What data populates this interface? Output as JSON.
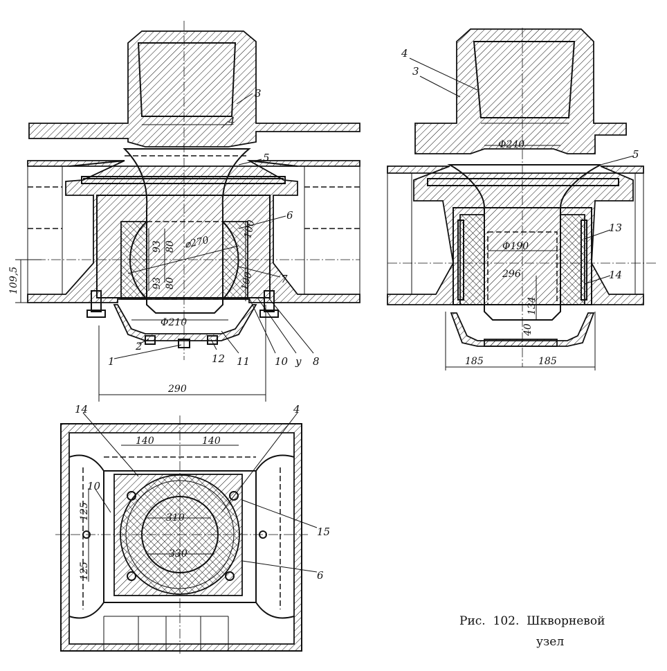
{
  "figure": {
    "caption_line1": "Рис.  102.  Шкворневой",
    "caption_line2": "узел"
  },
  "left_view": {
    "callouts": [
      "3",
      "4",
      "5",
      "6",
      "7",
      "8",
      "у",
      "10",
      "11",
      "12",
      "2",
      "1"
    ],
    "dimensions": {
      "height_offset": "109,5",
      "d93_top": "93",
      "d80_top": "80",
      "d93_bot": "93",
      "d80_bot": "80",
      "sphere_dia": "⌀270",
      "d100_top": "100",
      "d100_bot": "100",
      "bottom_dia": "Φ210",
      "width": "290"
    }
  },
  "right_view": {
    "callouts": [
      "4",
      "3",
      "5",
      "13",
      "14"
    ],
    "dimensions": {
      "top_dia": "Φ240",
      "pin_dia": "Φ190",
      "length": "296",
      "h134": "134",
      "h40": "40",
      "half_left": "185",
      "half_right": "185"
    }
  },
  "plan_view": {
    "callouts": [
      "14",
      "4",
      "10",
      "15",
      "6"
    ],
    "dimensions": {
      "w140_left": "140",
      "w140_right": "140",
      "h125_top": "125",
      "h125_bot": "125",
      "d310": "310",
      "d330": "330"
    }
  }
}
